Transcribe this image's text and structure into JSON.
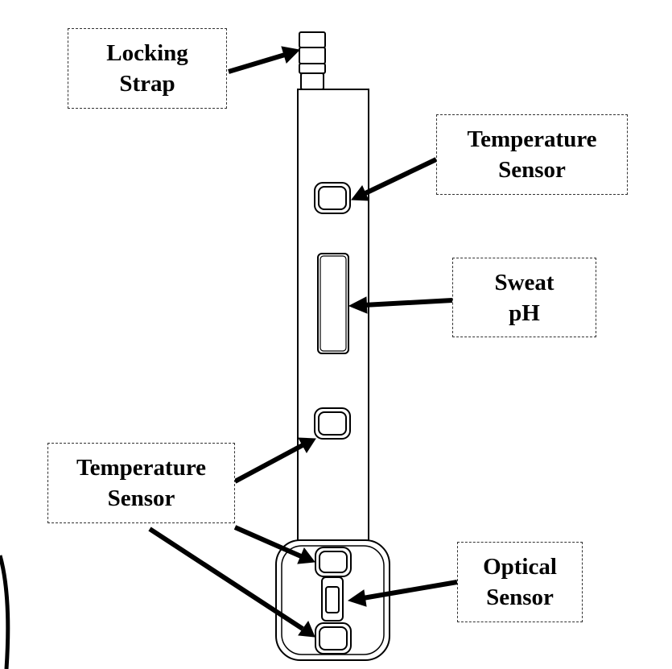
{
  "labels": {
    "locking_strap": {
      "line1": "Locking",
      "line2": "Strap"
    },
    "temperature_sensor_top": {
      "line1": "Temperature",
      "line2": "Sensor"
    },
    "sweat_ph": {
      "line1": "Sweat",
      "line2": "pH"
    },
    "temperature_sensor_bottom": {
      "line1": "Temperature",
      "line2": "Sensor"
    },
    "optical_sensor": {
      "line1": "Optical",
      "line2": "Sensor"
    }
  },
  "colors": {
    "stroke": "#000000",
    "box_border": "#333333",
    "background": "#ffffff"
  }
}
